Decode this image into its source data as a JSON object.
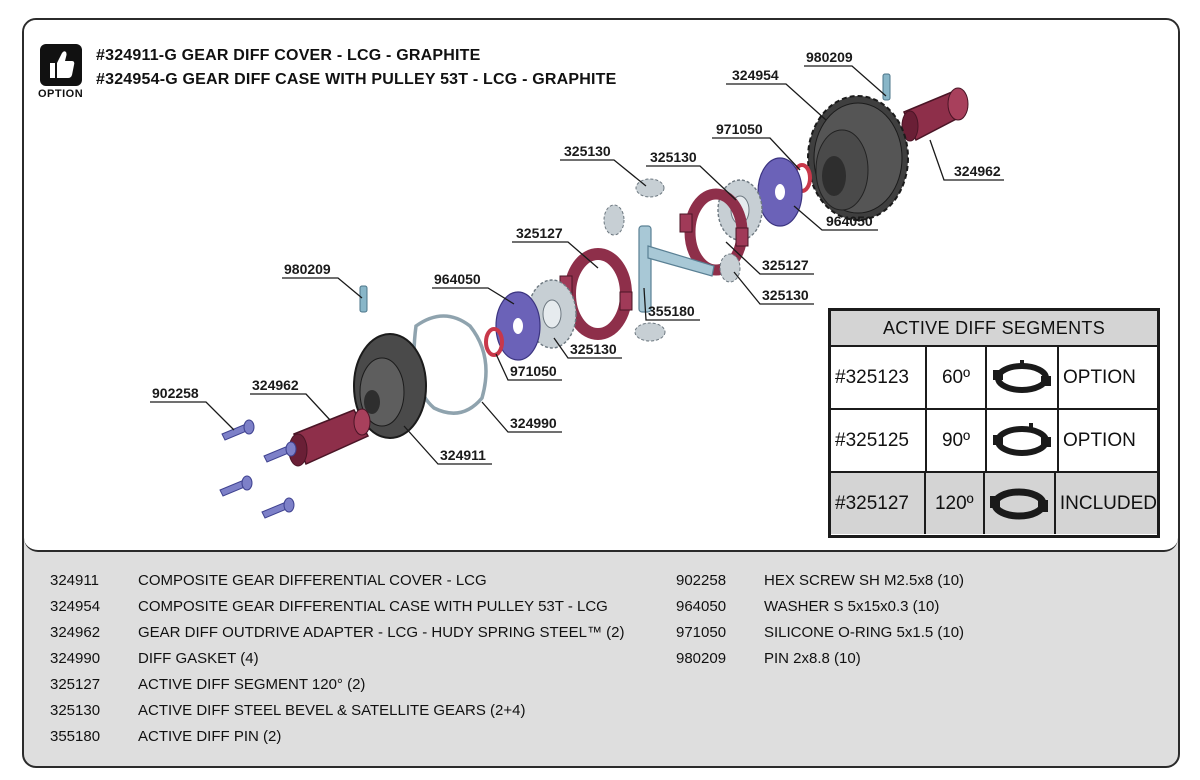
{
  "header": {
    "option_label": "OPTION",
    "lines": [
      "#324911-G GEAR DIFF COVER - LCG - GRAPHITE",
      "#324954-G GEAR DIFF CASE WITH PULLEY 53T - LCG - GRAPHITE"
    ]
  },
  "callouts": {
    "c980209_top": "980209",
    "c324954": "324954",
    "c971050_top": "971050",
    "c324962_right": "324962",
    "c325130_a": "325130",
    "c325130_b": "325130",
    "c964050_right": "964050",
    "c325127_a": "325127",
    "c325127_b": "325127",
    "c325130_c": "325130",
    "c980209_left": "980209",
    "c964050_left": "964050",
    "c355180": "355180",
    "c325130_d": "325130",
    "c971050_mid": "971050",
    "c324962_left": "324962",
    "c902258": "902258",
    "c324990": "324990",
    "c324911": "324911"
  },
  "segments_table": {
    "title": "ACTIVE DIFF SEGMENTS",
    "rows": [
      {
        "part": "#325123",
        "angle": "60º",
        "status": "OPTION"
      },
      {
        "part": "#325125",
        "angle": "90º",
        "status": "OPTION"
      },
      {
        "part": "#325127",
        "angle": "120º",
        "status": "INCLUDED"
      }
    ]
  },
  "parts_left": [
    {
      "num": "324911",
      "desc": "COMPOSITE GEAR DIFFERENTIAL COVER - LCG"
    },
    {
      "num": "324954",
      "desc": "COMPOSITE GEAR DIFFERENTIAL CASE WITH PULLEY 53T - LCG"
    },
    {
      "num": "324962",
      "desc": "GEAR DIFF OUTDRIVE ADAPTER - LCG - HUDY SPRING STEEL™ (2)"
    },
    {
      "num": "324990",
      "desc": "DIFF GASKET (4)"
    },
    {
      "num": "325127",
      "desc": "ACTIVE DIFF SEGMENT 120° (2)"
    },
    {
      "num": "325130",
      "desc": "ACTIVE DIFF STEEL BEVEL & SATELLITE GEARS (2+4)"
    },
    {
      "num": "355180",
      "desc": "ACTIVE DIFF PIN (2)"
    }
  ],
  "parts_right": [
    {
      "num": "902258",
      "desc": "HEX SCREW SH M2.5x8  (10)"
    },
    {
      "num": "964050",
      "desc": "WASHER S 5x15x0.3  (10)"
    },
    {
      "num": "971050",
      "desc": "SILICONE O-RING 5x1.5  (10)"
    },
    {
      "num": "980209",
      "desc": "PIN 2x8.8  (10)"
    }
  ],
  "colors": {
    "frame": "#2b2b2b",
    "panel": "#dedede",
    "maroon": "#8e2f4a",
    "washer": "#6b62b8",
    "oring": "#c8384a",
    "steel": "#b8c4cc",
    "pin": "#88b6c8",
    "graphite": "#4a4a4a",
    "screw": "#7d80c8"
  }
}
